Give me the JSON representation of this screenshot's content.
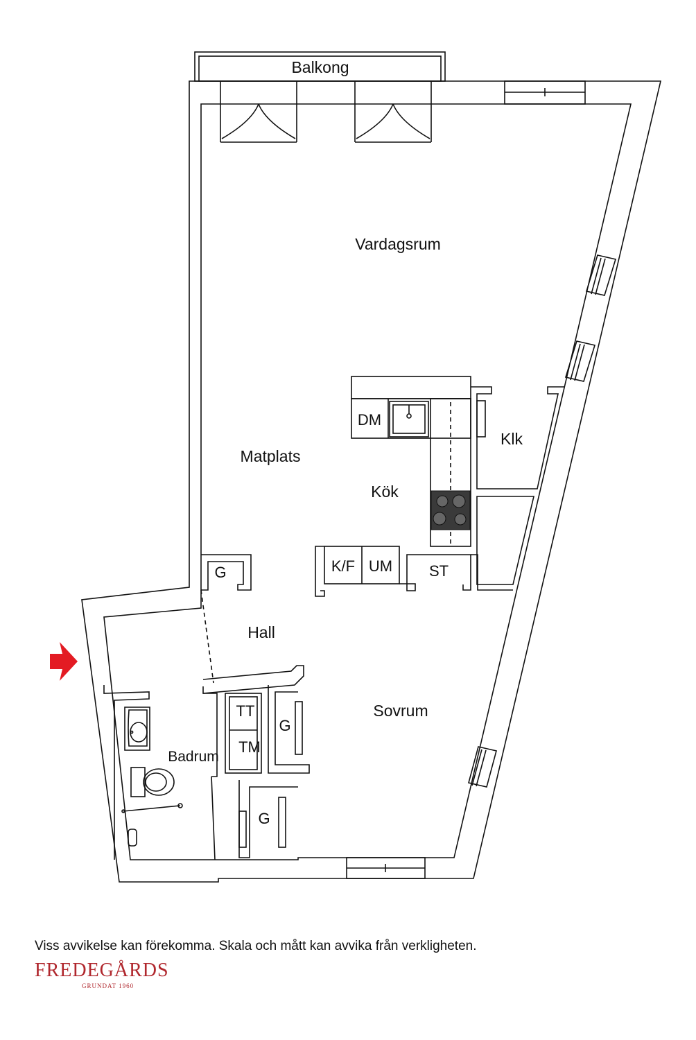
{
  "rooms": {
    "balkong": "Balkong",
    "vardagsrum": "Vardagsrum",
    "matplats": "Matplats",
    "kok": "Kök",
    "klk": "Klk",
    "hall": "Hall",
    "sovrum": "Sovrum",
    "badrum": "Badrum"
  },
  "fixtures": {
    "dm": "DM",
    "kf": "K/F",
    "um": "UM",
    "st": "ST",
    "tt": "TT",
    "tm": "TM",
    "g_hall": "G",
    "g_sovrum_upper": "G",
    "g_sovrum_lower": "G"
  },
  "footer": {
    "disclaimer": "Viss avvikelse kan förekomma. Skala och mått kan avvika från verkligheten.",
    "brand": "FREDEGÅRDS",
    "tagline": "GRUNDAT 1960"
  },
  "colors": {
    "brand": "#b0272d",
    "entrance_arrow": "#e31b23",
    "wall": "#111111",
    "stove": "#3a3a3a"
  },
  "icons": {
    "entrance": "entrance-arrow-icon",
    "sink": "sink-icon",
    "stove": "stove-icon",
    "washbasin": "washbasin-icon",
    "toilet": "toilet-icon",
    "shower": "shower-icon"
  }
}
